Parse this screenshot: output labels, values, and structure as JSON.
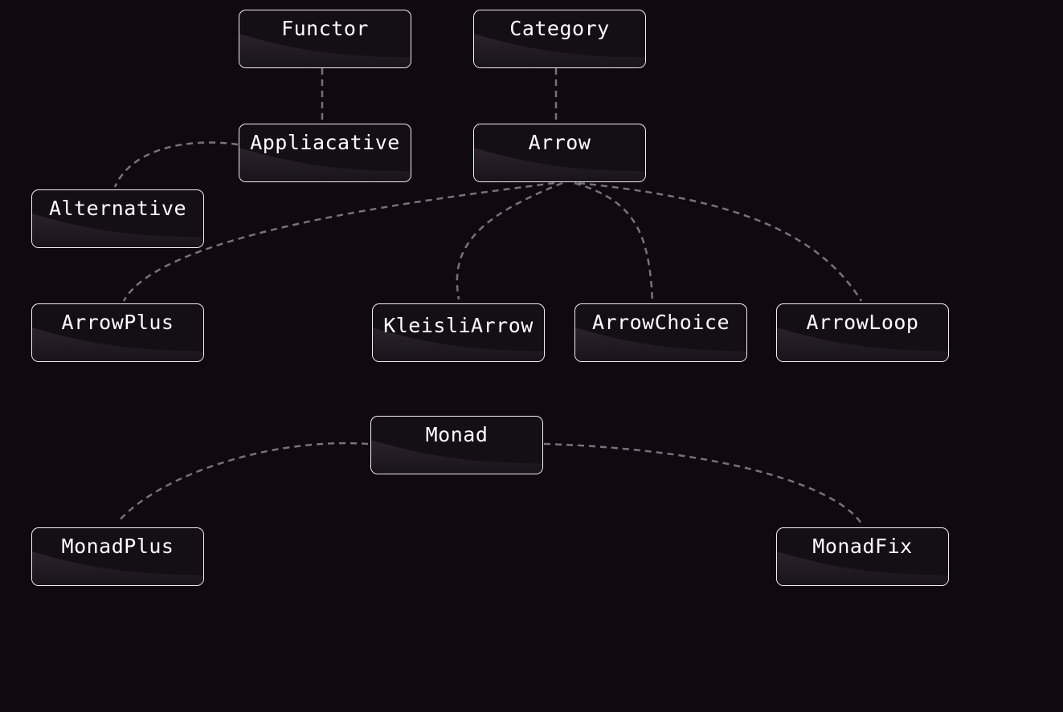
{
  "diagram": {
    "colors": {
      "background": "#100a10",
      "node_border": "#f2eef2",
      "node_fill": "#140e15",
      "node_text": "#ffffff",
      "edge": "#77727a"
    },
    "nodes": [
      {
        "id": "functor",
        "label": "Functor"
      },
      {
        "id": "category",
        "label": "Category"
      },
      {
        "id": "appliacative",
        "label": "Appliacative"
      },
      {
        "id": "arrow",
        "label": "Arrow"
      },
      {
        "id": "alternative",
        "label": "Alternative"
      },
      {
        "id": "arrowplus",
        "label": "ArrowPlus"
      },
      {
        "id": "kleisliarrow",
        "label": "KleisliArrow"
      },
      {
        "id": "arrowchoice",
        "label": "ArrowChoice"
      },
      {
        "id": "arrowloop",
        "label": "ArrowLoop"
      },
      {
        "id": "monad",
        "label": "Monad"
      },
      {
        "id": "monadplus",
        "label": "MonadPlus"
      },
      {
        "id": "monadfix",
        "label": "MonadFix"
      }
    ],
    "edges": [
      {
        "from": "functor",
        "to": "appliacative"
      },
      {
        "from": "category",
        "to": "arrow"
      },
      {
        "from": "appliacative",
        "to": "alternative"
      },
      {
        "from": "arrow",
        "to": "arrowplus"
      },
      {
        "from": "arrow",
        "to": "kleisliarrow"
      },
      {
        "from": "arrow",
        "to": "arrowchoice"
      },
      {
        "from": "arrow",
        "to": "arrowloop"
      },
      {
        "from": "monad",
        "to": "monadplus"
      },
      {
        "from": "monad",
        "to": "monadfix"
      }
    ]
  }
}
